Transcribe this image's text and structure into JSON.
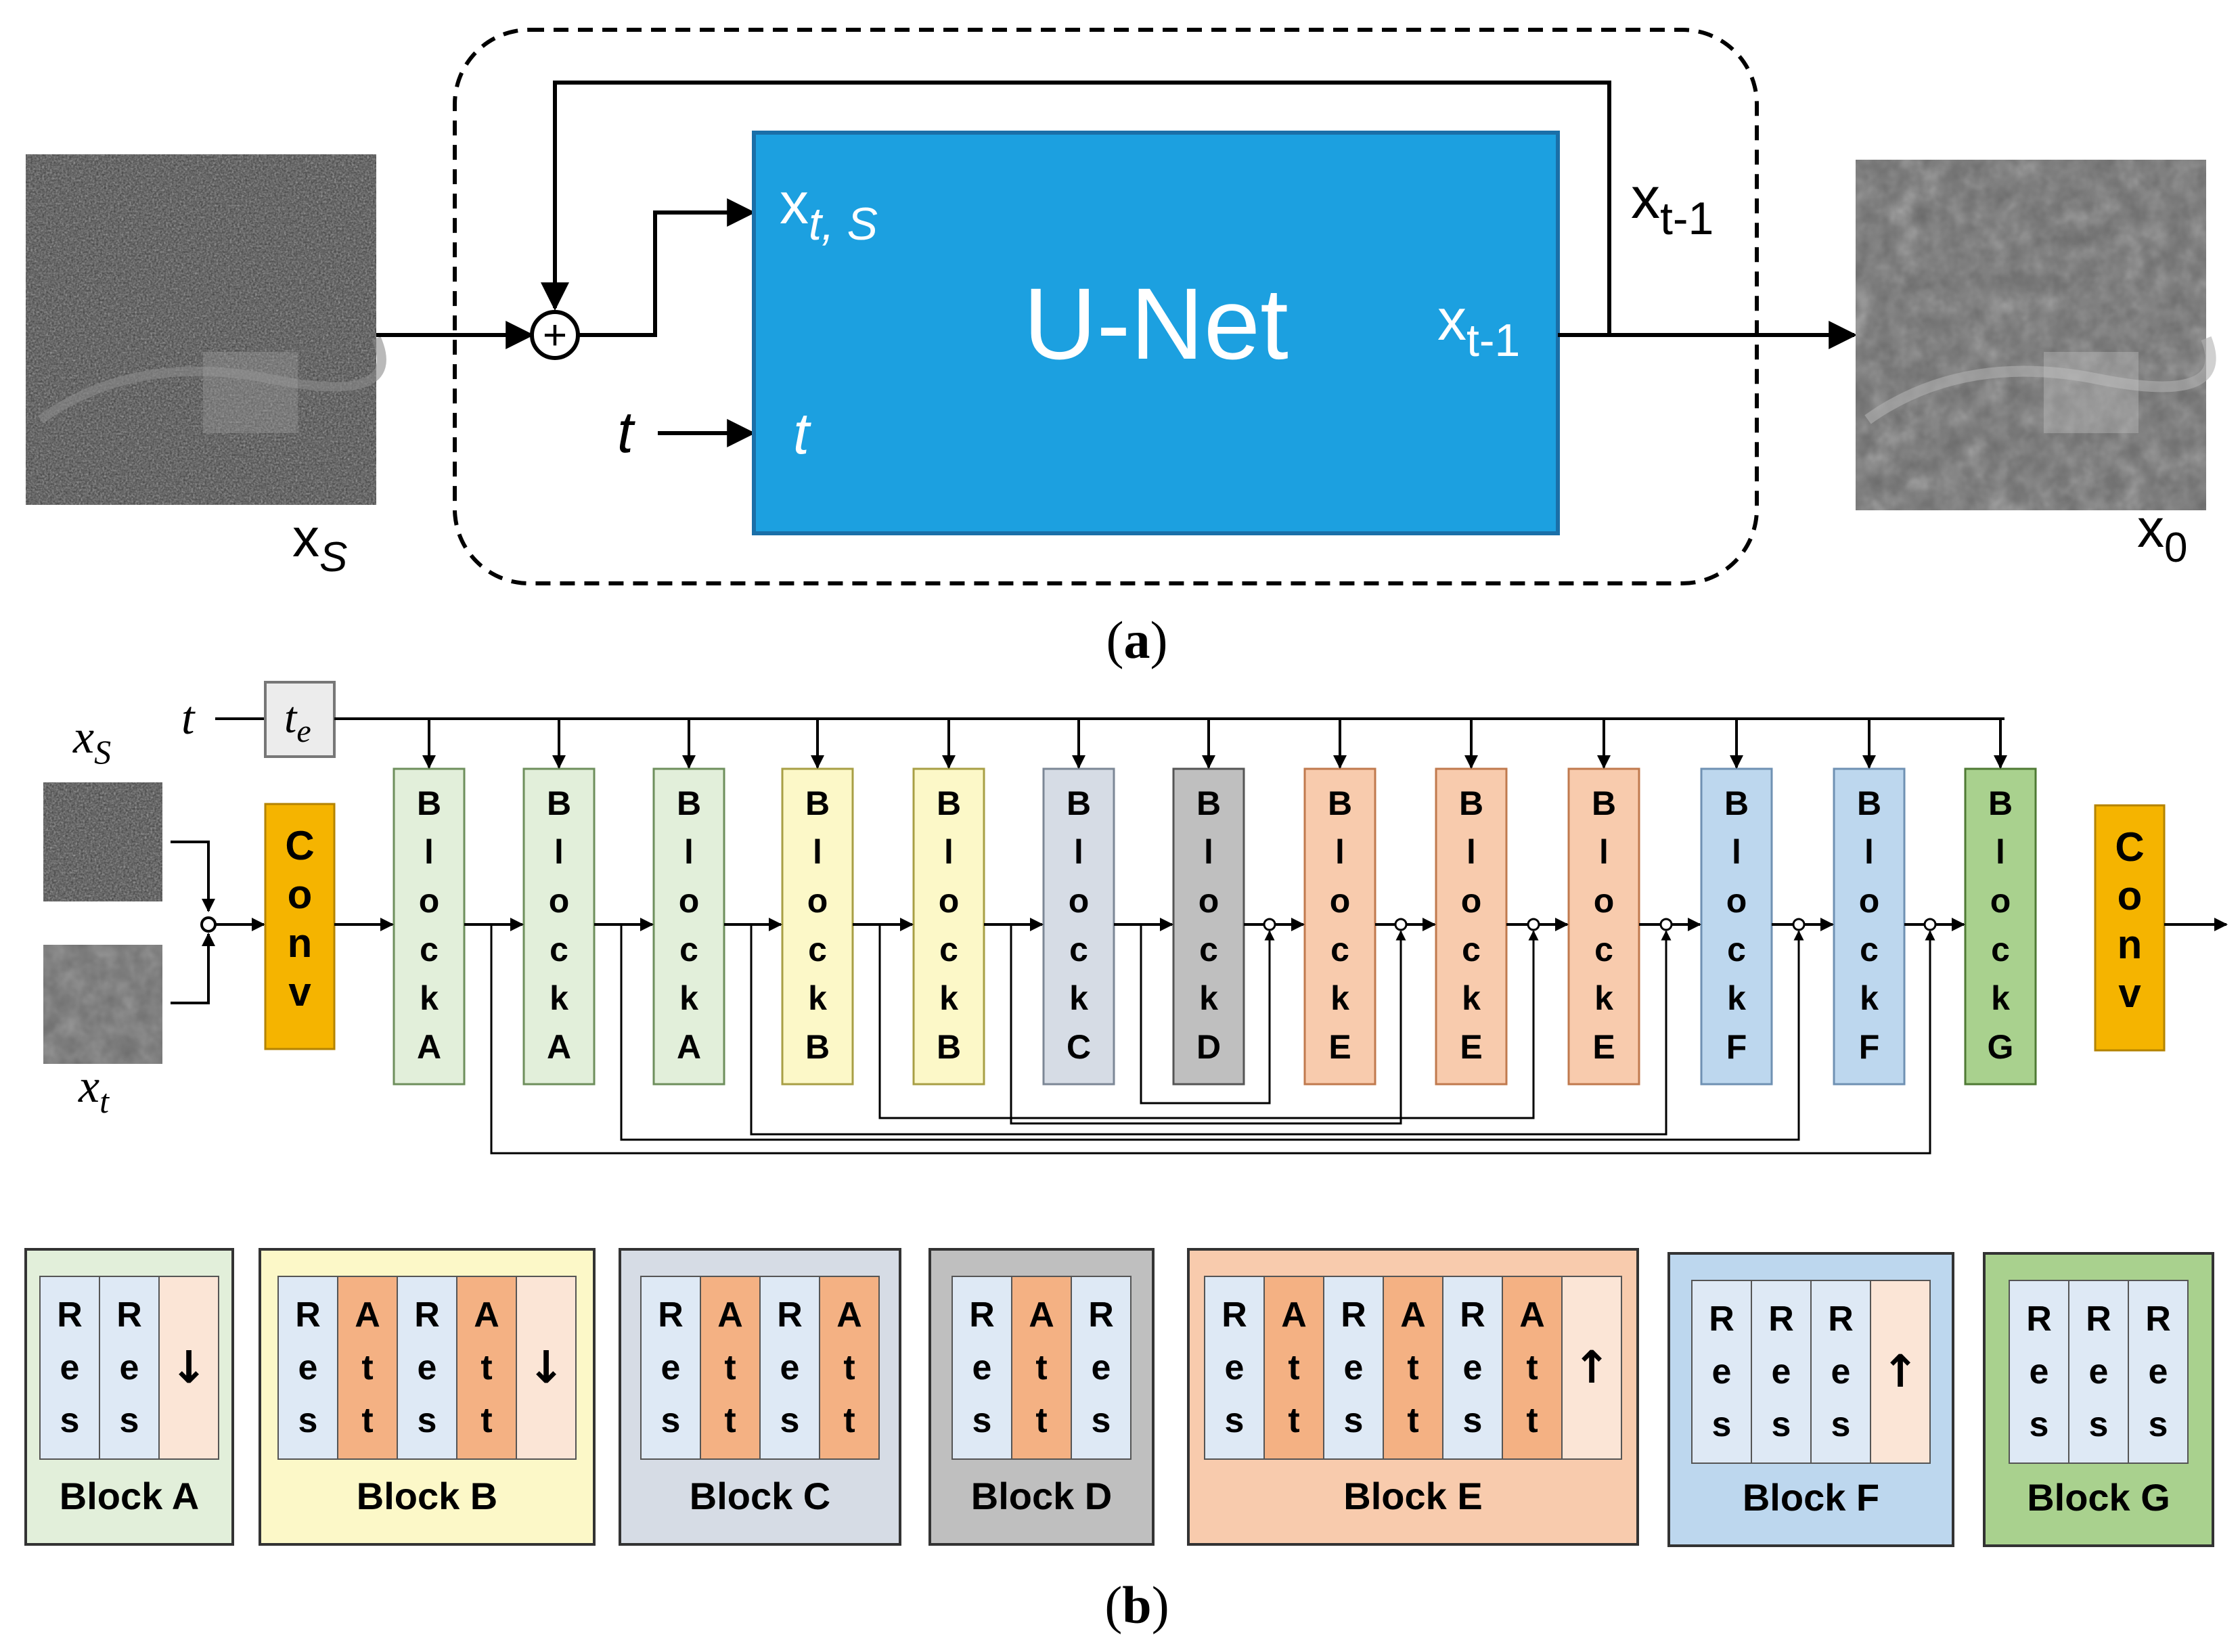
{
  "part_a": {
    "caption": "a",
    "unet_label": "U-Net",
    "input_label_main": "x",
    "input_label_sub": "S",
    "output_label_main": "x",
    "output_label_sub": "0",
    "loop_label_main": "x",
    "loop_label_sub": "t-1",
    "unet_in1_main": "x",
    "unet_in1_sub": "t, S",
    "unet_in2": "t",
    "unet_out_main": "x",
    "unet_out_sub": "t-1",
    "t_input": "t",
    "sum_symbol": "+"
  },
  "part_b": {
    "caption": "b",
    "t_label": "t",
    "te_main": "t",
    "te_sub": "e",
    "xs_main": "x",
    "xs_sub": "S",
    "xt_main": "x",
    "xt_sub": "t",
    "conv_in": [
      "C",
      "o",
      "n",
      "v"
    ],
    "conv_out": [
      "C",
      "o",
      "n",
      "v"
    ],
    "blocks": [
      {
        "chars": [
          "B",
          "l",
          "o",
          "c",
          "k",
          "A"
        ],
        "type": "A"
      },
      {
        "chars": [
          "B",
          "l",
          "o",
          "c",
          "k",
          "A"
        ],
        "type": "A"
      },
      {
        "chars": [
          "B",
          "l",
          "o",
          "c",
          "k",
          "A"
        ],
        "type": "A"
      },
      {
        "chars": [
          "B",
          "l",
          "o",
          "c",
          "k",
          "B"
        ],
        "type": "B"
      },
      {
        "chars": [
          "B",
          "l",
          "o",
          "c",
          "k",
          "B"
        ],
        "type": "B"
      },
      {
        "chars": [
          "B",
          "l",
          "o",
          "c",
          "k",
          "C"
        ],
        "type": "C"
      },
      {
        "chars": [
          "B",
          "l",
          "o",
          "c",
          "k",
          "D"
        ],
        "type": "D"
      },
      {
        "chars": [
          "B",
          "l",
          "o",
          "c",
          "k",
          "E"
        ],
        "type": "E"
      },
      {
        "chars": [
          "B",
          "l",
          "o",
          "c",
          "k",
          "E"
        ],
        "type": "E"
      },
      {
        "chars": [
          "B",
          "l",
          "o",
          "c",
          "k",
          "E"
        ],
        "type": "E"
      },
      {
        "chars": [
          "B",
          "l",
          "o",
          "c",
          "k",
          "F"
        ],
        "type": "F"
      },
      {
        "chars": [
          "B",
          "l",
          "o",
          "c",
          "k",
          "F"
        ],
        "type": "F"
      },
      {
        "chars": [
          "B",
          "l",
          "o",
          "c",
          "k",
          "G"
        ],
        "type": "G"
      }
    ],
    "legend": [
      {
        "title": "Block A",
        "cells": [
          {
            "kind": "res",
            "chars": [
              "R",
              "e",
              "s"
            ]
          },
          {
            "kind": "res",
            "chars": [
              "R",
              "e",
              "s"
            ]
          },
          {
            "kind": "down",
            "chars": [
              "↓"
            ]
          }
        ]
      },
      {
        "title": "Block B",
        "cells": [
          {
            "kind": "res",
            "chars": [
              "R",
              "e",
              "s"
            ]
          },
          {
            "kind": "att",
            "chars": [
              "A",
              "t",
              "t"
            ]
          },
          {
            "kind": "res",
            "chars": [
              "R",
              "e",
              "s"
            ]
          },
          {
            "kind": "att",
            "chars": [
              "A",
              "t",
              "t"
            ]
          },
          {
            "kind": "down",
            "chars": [
              "↓"
            ]
          }
        ]
      },
      {
        "title": "Block C",
        "cells": [
          {
            "kind": "res",
            "chars": [
              "R",
              "e",
              "s"
            ]
          },
          {
            "kind": "att",
            "chars": [
              "A",
              "t",
              "t"
            ]
          },
          {
            "kind": "res",
            "chars": [
              "R",
              "e",
              "s"
            ]
          },
          {
            "kind": "att",
            "chars": [
              "A",
              "t",
              "t"
            ]
          }
        ]
      },
      {
        "title": "Block D",
        "cells": [
          {
            "kind": "res",
            "chars": [
              "R",
              "e",
              "s"
            ]
          },
          {
            "kind": "att",
            "chars": [
              "A",
              "t",
              "t"
            ]
          },
          {
            "kind": "res",
            "chars": [
              "R",
              "e",
              "s"
            ]
          }
        ]
      },
      {
        "title": "Block E",
        "cells": [
          {
            "kind": "res",
            "chars": [
              "R",
              "e",
              "s"
            ]
          },
          {
            "kind": "att",
            "chars": [
              "A",
              "t",
              "t"
            ]
          },
          {
            "kind": "res",
            "chars": [
              "R",
              "e",
              "s"
            ]
          },
          {
            "kind": "att",
            "chars": [
              "A",
              "t",
              "t"
            ]
          },
          {
            "kind": "res",
            "chars": [
              "R",
              "e",
              "s"
            ]
          },
          {
            "kind": "att",
            "chars": [
              "A",
              "t",
              "t"
            ]
          },
          {
            "kind": "up",
            "chars": [
              "↑"
            ]
          }
        ]
      },
      {
        "title": "Block F",
        "cells": [
          {
            "kind": "res",
            "chars": [
              "R",
              "e",
              "s"
            ]
          },
          {
            "kind": "res",
            "chars": [
              "R",
              "e",
              "s"
            ]
          },
          {
            "kind": "res",
            "chars": [
              "R",
              "e",
              "s"
            ]
          },
          {
            "kind": "up",
            "chars": [
              "↑"
            ]
          }
        ]
      },
      {
        "title": "Block G",
        "cells": [
          {
            "kind": "res",
            "chars": [
              "R",
              "e",
              "s"
            ]
          },
          {
            "kind": "res",
            "chars": [
              "R",
              "e",
              "s"
            ]
          },
          {
            "kind": "res",
            "chars": [
              "R",
              "e",
              "s"
            ]
          }
        ]
      }
    ]
  },
  "colors": {
    "unet_fill": "#1ca0e0",
    "conv_fill": "#f5b400",
    "A": "#e2efda",
    "B": "#fcf8c8",
    "C": "#d6dce5",
    "D": "#bfbfbf",
    "E": "#f8cbad",
    "F": "#bdd7ee",
    "G": "#a9d18e",
    "res": "#dee9f5",
    "att": "#f4b183",
    "updown": "#fbe5d6"
  }
}
